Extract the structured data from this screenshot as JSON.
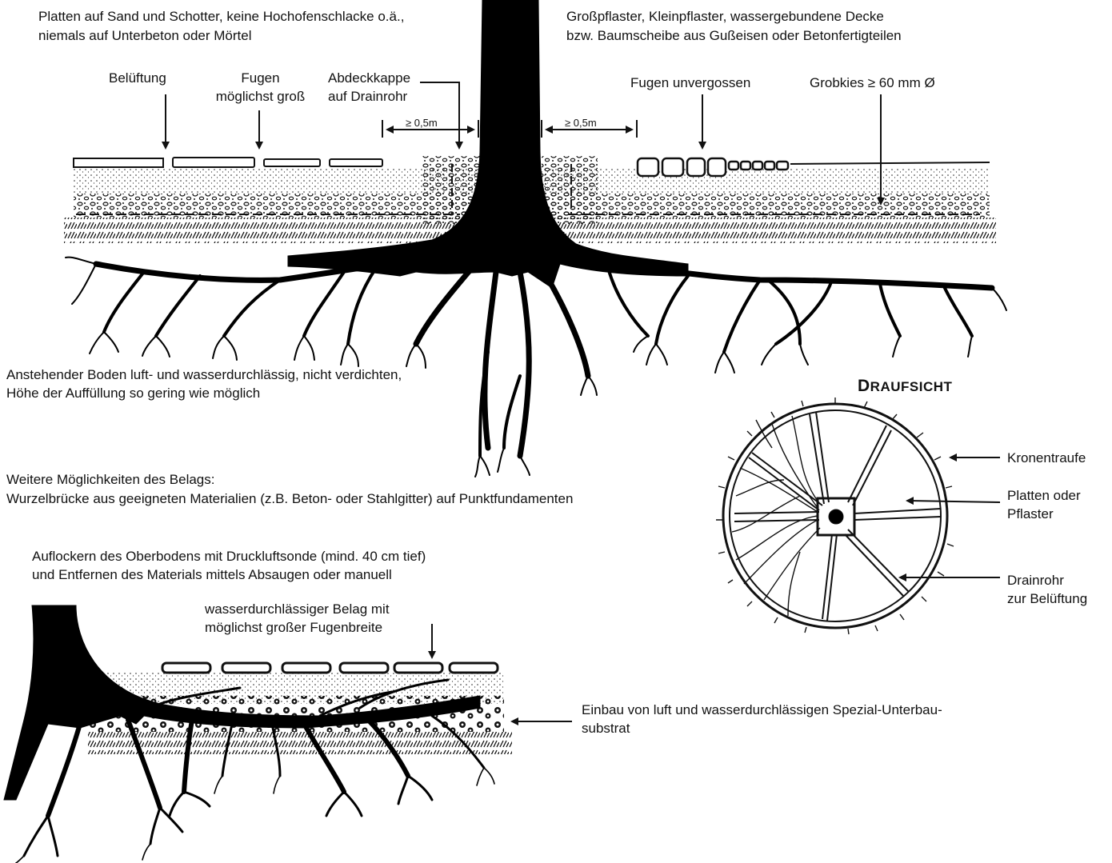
{
  "texts": {
    "top_left_1": "Platten auf Sand und Schotter, keine Hochofenschlacke o.ä.,",
    "top_left_2": "niemals auf Unterbeton oder Mörtel",
    "top_right_1": "Großpflaster, Kleinpflaster, wassergebundene Decke",
    "top_right_2": "bzw. Baumscheibe aus Gußeisen oder Betonfertigteilen",
    "beluftung": "Belüftung",
    "fugen_1": "Fugen",
    "fugen_2": "möglichst groß",
    "abdeck_1": "Abdeckkappe",
    "abdeck_2": "auf Drainrohr",
    "dist_left": "≥ 0,5m",
    "dist_right": "≥ 0,5m",
    "fugen_unvergossen": "Fugen unvergossen",
    "grobkies": "Grobkies ≥ 60 mm Ø",
    "boden_1": "Anstehender Boden luft- und wasserdurchlässig, nicht verdichten,",
    "boden_2": "Höhe der Auffüllung so gering wie möglich",
    "draufsicht_first": "D",
    "draufsicht_rest": "RAUFSICHT",
    "kronentraufe": "Kronentraufe",
    "platten_1": "Platten oder",
    "platten_2": "Pflaster",
    "drain_1": "Drainrohr",
    "drain_2": "zur Belüftung",
    "weitere_1": "Weitere Möglichkeiten des Belags:",
    "weitere_2": "Wurzelbrücke aus geeigneten Materialien (z.B. Beton- oder Stahlgitter) auf Punktfundamenten",
    "auflockern_1": "Auflockern des Oberbodens mit Druckluftsonde (mind. 40 cm tief)",
    "auflockern_2": "und Entfernen des Materials mittels Absaugen oder manuell",
    "belag_1": "wasserdurchlässiger Belag mit",
    "belag_2": "möglichst großer Fugenbreite",
    "einbau_1": "Einbau von luft und wasserdurchlässigen Spezial-Unterbau-",
    "einbau_2": "substrat"
  },
  "colors": {
    "ink": "#111111",
    "paper": "#ffffff"
  }
}
